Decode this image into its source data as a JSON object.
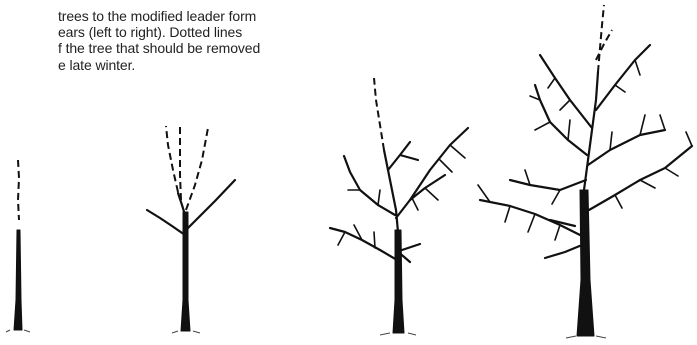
{
  "caption": {
    "lines": [
      "trees to the modified leader form",
      "ears (left to right). Dotted lines",
      "f the tree that should be removed",
      "e late winter."
    ]
  },
  "colors": {
    "ink": "#111111",
    "background": "#ffffff"
  }
}
